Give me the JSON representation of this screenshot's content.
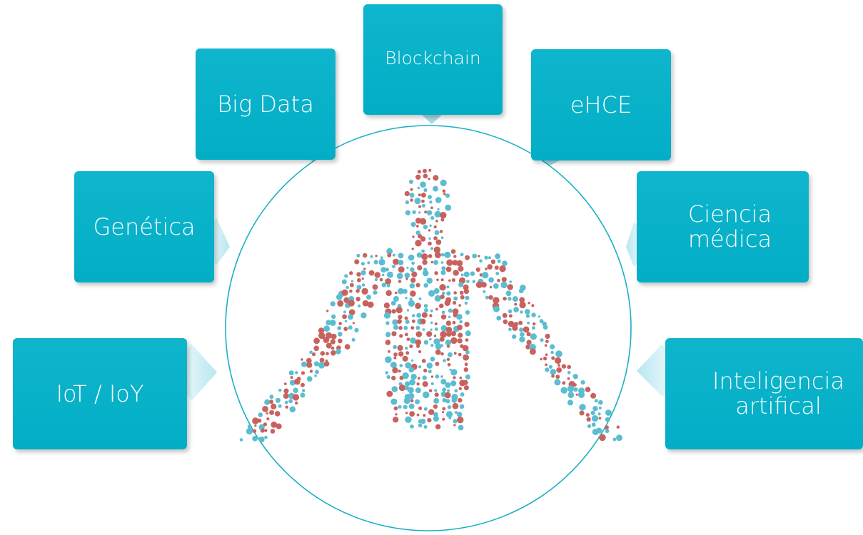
{
  "diagram": {
    "center": {
      "icon": "human-body-dots-icon",
      "colors": {
        "ring": "#19b0c4",
        "dot_red": "#c8625e",
        "dot_blue": "#5bbdd1"
      }
    },
    "nodes": [
      {
        "id": "blockchain",
        "label": "Blockchain"
      },
      {
        "id": "bigdata",
        "label": "Big Data"
      },
      {
        "id": "ehce",
        "label": "eHCE"
      },
      {
        "id": "genetica",
        "label": "Genética"
      },
      {
        "id": "ciencia",
        "label": "Ciencia médica"
      },
      {
        "id": "iot",
        "label": "IoT / IoY"
      },
      {
        "id": "ia",
        "label": "Inteligencia artifical"
      }
    ],
    "colors": {
      "node_fill": "#02aec6",
      "node_text": "#ffffff",
      "arrow": "#c5ecf4"
    }
  }
}
